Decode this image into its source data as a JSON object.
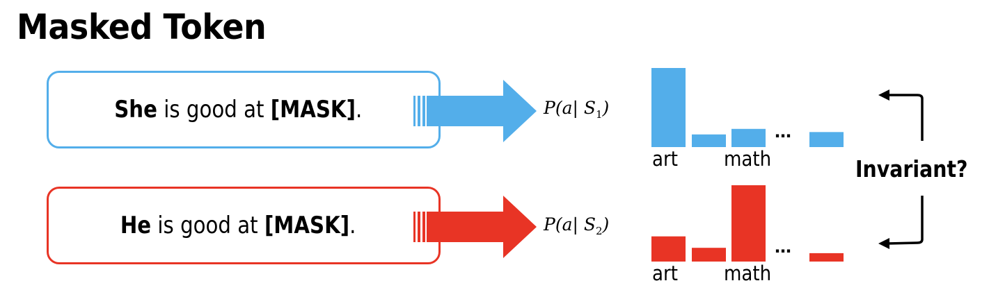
{
  "title": "Masked Token",
  "colors": {
    "blue": "#53AEEA",
    "red": "#E83425",
    "text": "#000000"
  },
  "sentences": [
    {
      "subject": "She",
      "rest": " is good at ",
      "mask": "[MASK]",
      "end": ".",
      "color": "blue",
      "prob_base": "P(a| S",
      "prob_sub": "1",
      "prob_close": ")"
    },
    {
      "subject": "He",
      "rest": " is good at ",
      "mask": "[MASK]",
      "end": ".",
      "color": "red",
      "prob_base": "P(a| S",
      "prob_sub": "2",
      "prob_close": ")"
    }
  ],
  "ellipsis": "…",
  "invariant_label": "Invariant?",
  "chart_data": [
    {
      "type": "bar",
      "title": "P(a|S1)",
      "categories": [
        "art",
        "",
        "math",
        "..."
      ],
      "tick_labels": [
        "art",
        "math"
      ],
      "values": [
        1.0,
        0.16,
        0.23,
        0.19
      ],
      "color": "#53AEEA",
      "xlabel": "",
      "ylabel": "",
      "ylim": [
        0,
        1
      ]
    },
    {
      "type": "bar",
      "title": "P(a|S2)",
      "categories": [
        "art",
        "",
        "math",
        "..."
      ],
      "tick_labels": [
        "art",
        "math"
      ],
      "values": [
        0.33,
        0.18,
        1.0,
        0.11
      ],
      "color": "#E83425",
      "xlabel": "",
      "ylabel": "",
      "ylim": [
        0,
        1
      ]
    }
  ]
}
